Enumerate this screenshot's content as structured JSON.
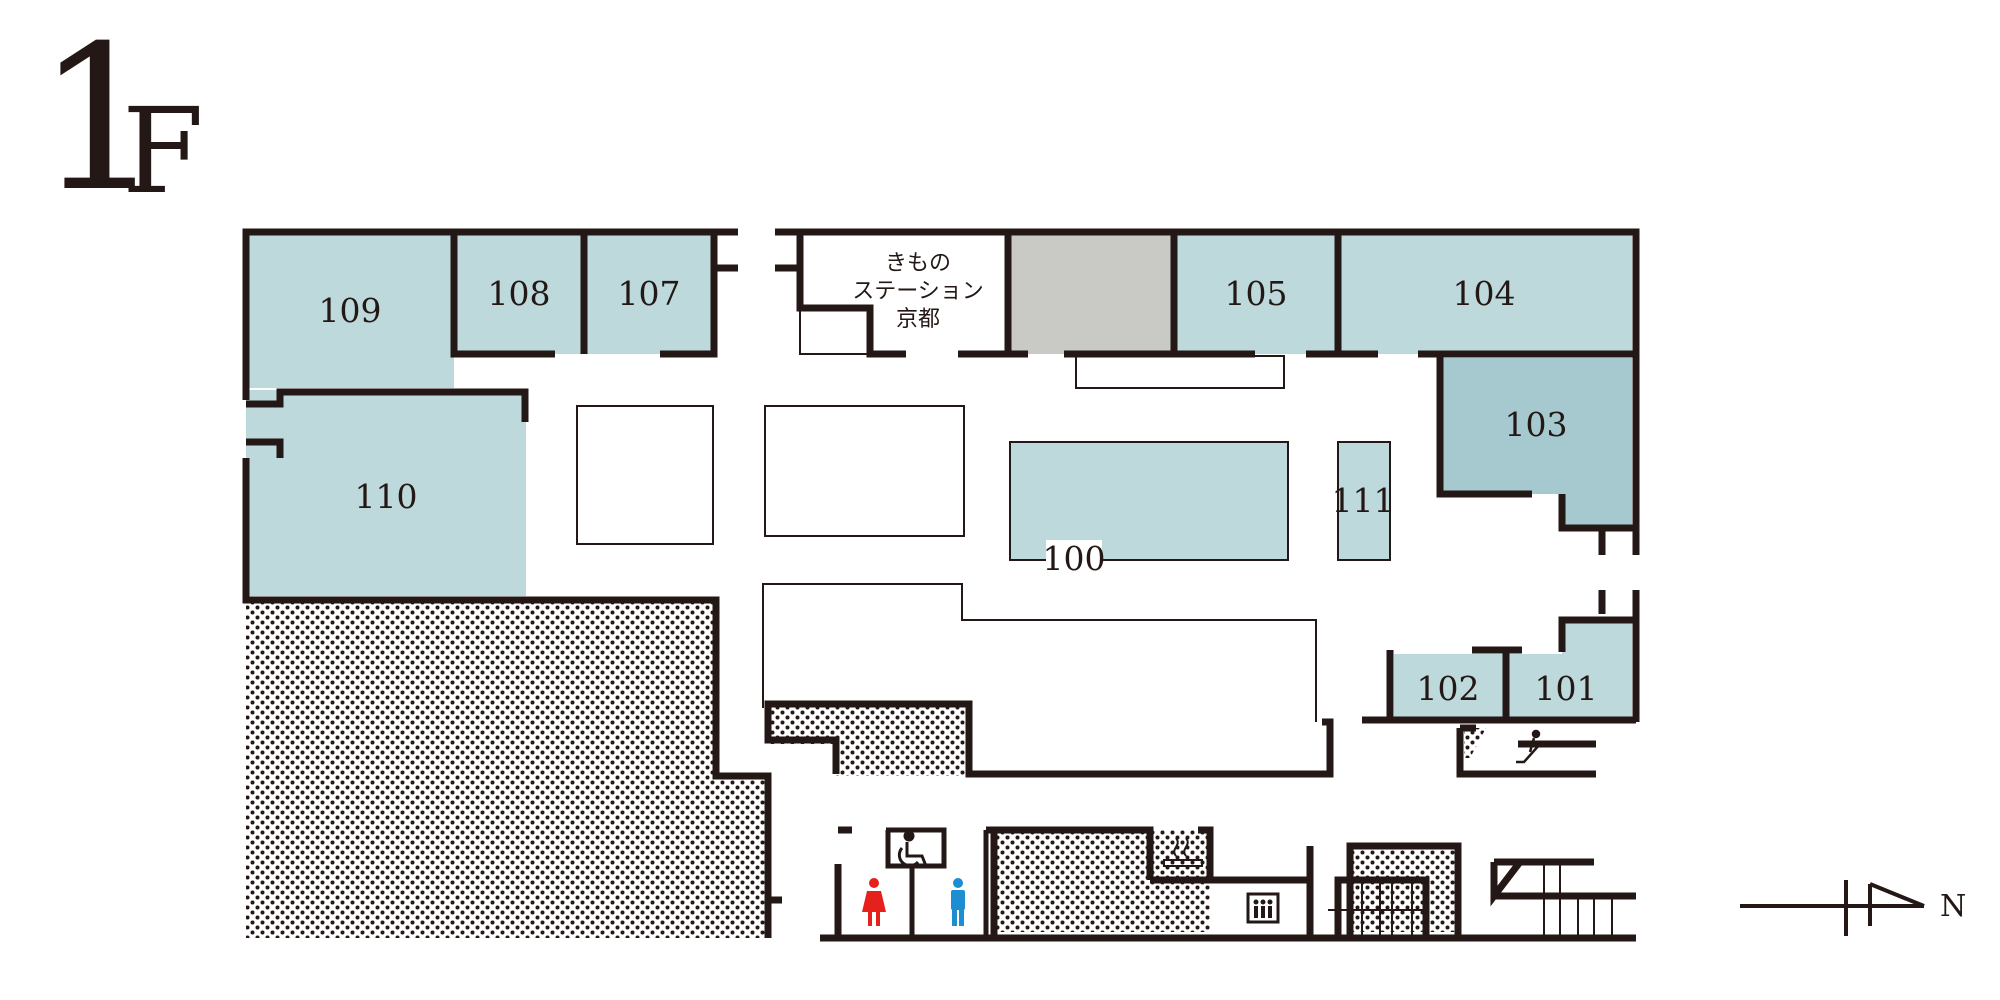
{
  "floor": {
    "number": "1",
    "letter": "F"
  },
  "colors": {
    "wall": "#231815",
    "tenant_fill": "#bdd9dc",
    "tenant_fill_dark": "#a5c9ce",
    "gray_room": "#c9c9c6",
    "restroom_female": "#e6211c",
    "restroom_male": "#1d8ed1",
    "dot_pattern": "#231815"
  },
  "rooms": {
    "r109": "109",
    "r108": "108",
    "r107": "107",
    "r105": "105",
    "r104": "104",
    "r103": "103",
    "r110": "110",
    "r111": "111",
    "r100": "100",
    "r102": "102",
    "r101": "101"
  },
  "kimono_station": {
    "line1": "きもの",
    "line2": "ステーション",
    "line3": "京都"
  },
  "icons": {
    "wheelchair": "wheelchair-icon",
    "female": "female-restroom-icon",
    "male": "male-restroom-icon",
    "smoking": "smoking-area-icon",
    "elevator": "elevator-icon",
    "escalator": "escalator-icon",
    "stairs": "stairs-icon",
    "compass": "north-arrow-icon"
  },
  "compass": {
    "label": "N"
  }
}
